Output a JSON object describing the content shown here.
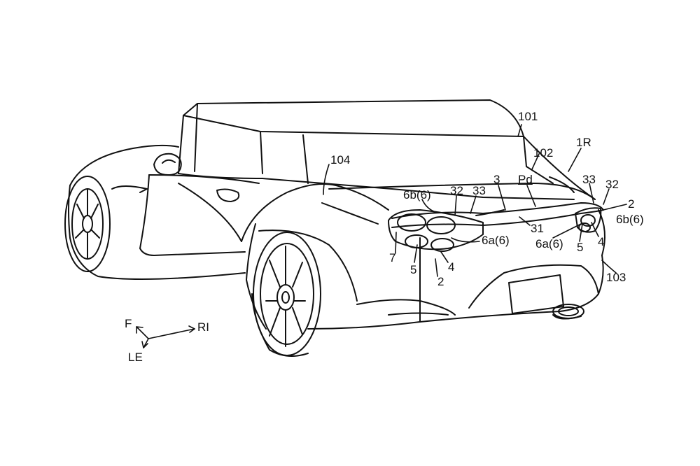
{
  "figure": {
    "labels": {
      "l101": "101",
      "l102": "102",
      "l1R": "1R",
      "l104": "104",
      "l3": "3",
      "lPd": "Pd",
      "l33a": "33",
      "l32a": "32",
      "l33b": "33",
      "l32b": "32",
      "l2a": "2",
      "l6b6a": "6b(6)",
      "l6b6b": "6b(6)",
      "l31": "31",
      "l6a6a": "6a(6)",
      "l6a6b": "6a(6)",
      "l7": "7",
      "l5a": "5",
      "l4a": "4",
      "l2b": "2",
      "l5b": "5",
      "l4b": "4",
      "l103": "103"
    },
    "directions": {
      "front": "F",
      "right": "RI",
      "left": "LE"
    }
  }
}
